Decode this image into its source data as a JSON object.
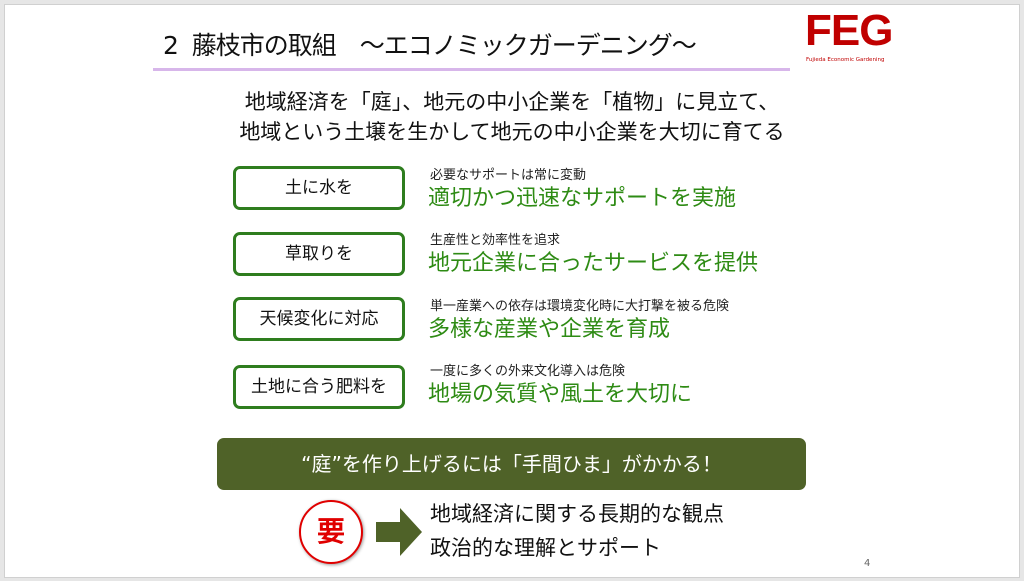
{
  "title": "2  藤枝市の取組　～エコノミックガーデニング～",
  "logo": {
    "text": "FEG",
    "subtitle": "Fujieda Economic Gardening"
  },
  "subtitle": [
    "地域経済を「庭」、地元の中小企業を「植物」に見立て、",
    "地域という土壌を生かして地元の中小企業を大切に育てる"
  ],
  "items": [
    {
      "label": "土に水を",
      "note": "必要なサポートは常に変動",
      "action": "適切かつ迅速なサポートを実施"
    },
    {
      "label": "草取りを",
      "note": "生産性と効率性を追求",
      "action": "地元企業に合ったサービスを提供"
    },
    {
      "label": "天候変化に対応",
      "note": "単一産業への依存は環境変化時に大打撃を被る危険",
      "action": "多様な産業や企業を育成"
    },
    {
      "label": "土地に合う肥料を",
      "note": "一度に多くの外来文化導入は危険",
      "action": "地場の気質や風土を大切に"
    }
  ],
  "banner": "“庭”を作り上げるには「手間ひま」がかかる！",
  "key": {
    "mark": "要",
    "points": [
      "地域経済に関する長期的な観点",
      "政治的な理解とサポート"
    ]
  },
  "page_number": "4",
  "colors": {
    "green": "#2e8b14",
    "banner": "#4f6228",
    "red": "#e00000"
  }
}
